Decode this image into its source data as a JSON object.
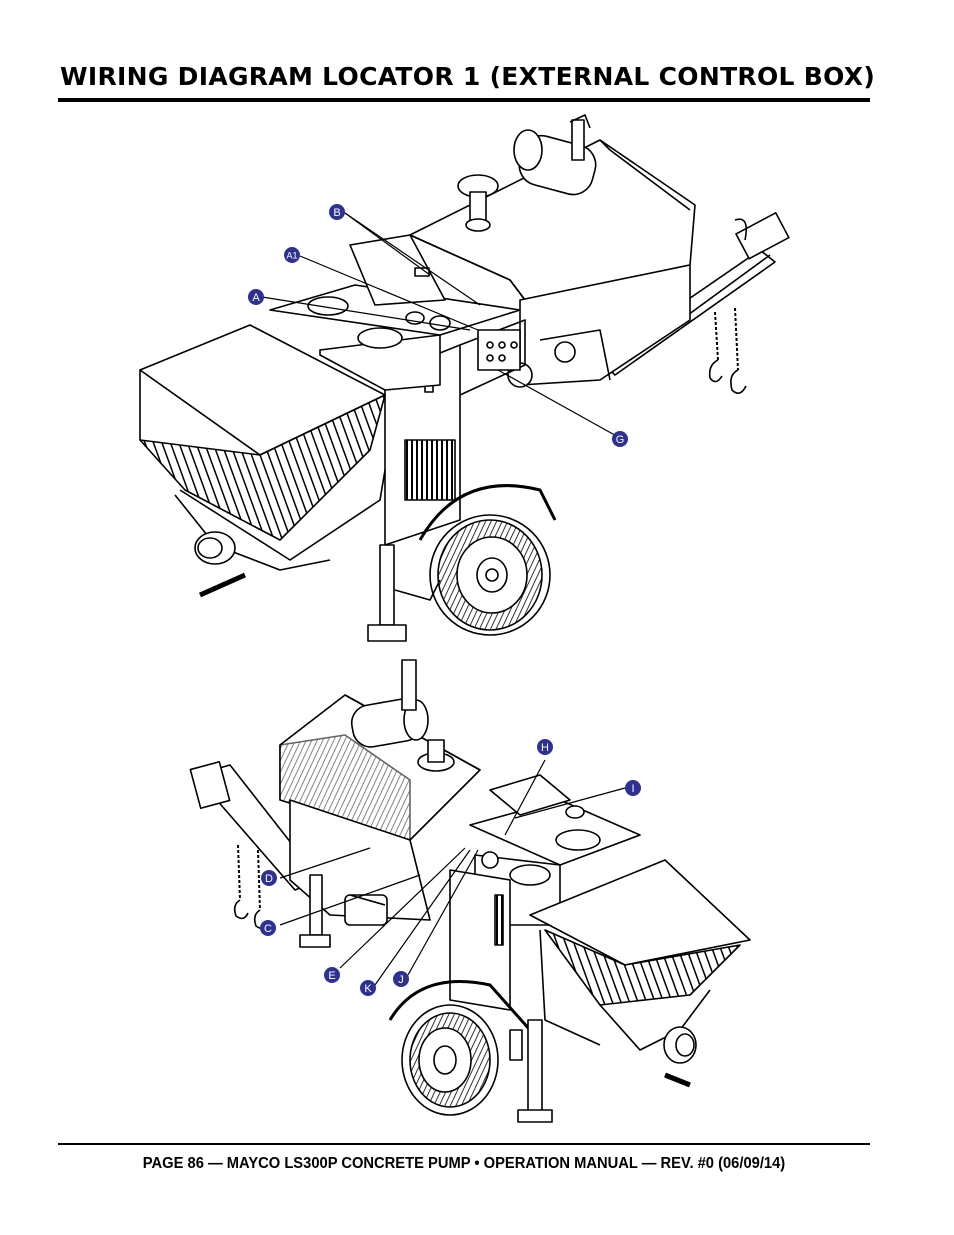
{
  "page": {
    "title": "WIRING DIAGRAM LOCATOR 1 (EXTERNAL CONTROL BOX)",
    "footer": "PAGE 86 — MAYCO LS300P CONCRETE PUMP • OPERATION MANUAL — REV. #0 (06/09/14)"
  },
  "colors": {
    "callout": "#2e3192",
    "ink": "#000000"
  },
  "callouts": {
    "b": "B",
    "a1": "A1",
    "a": "A",
    "g": "G",
    "h": "H",
    "i": "I",
    "d": "D",
    "c": "C",
    "e": "E",
    "k": "K",
    "j": "J"
  }
}
